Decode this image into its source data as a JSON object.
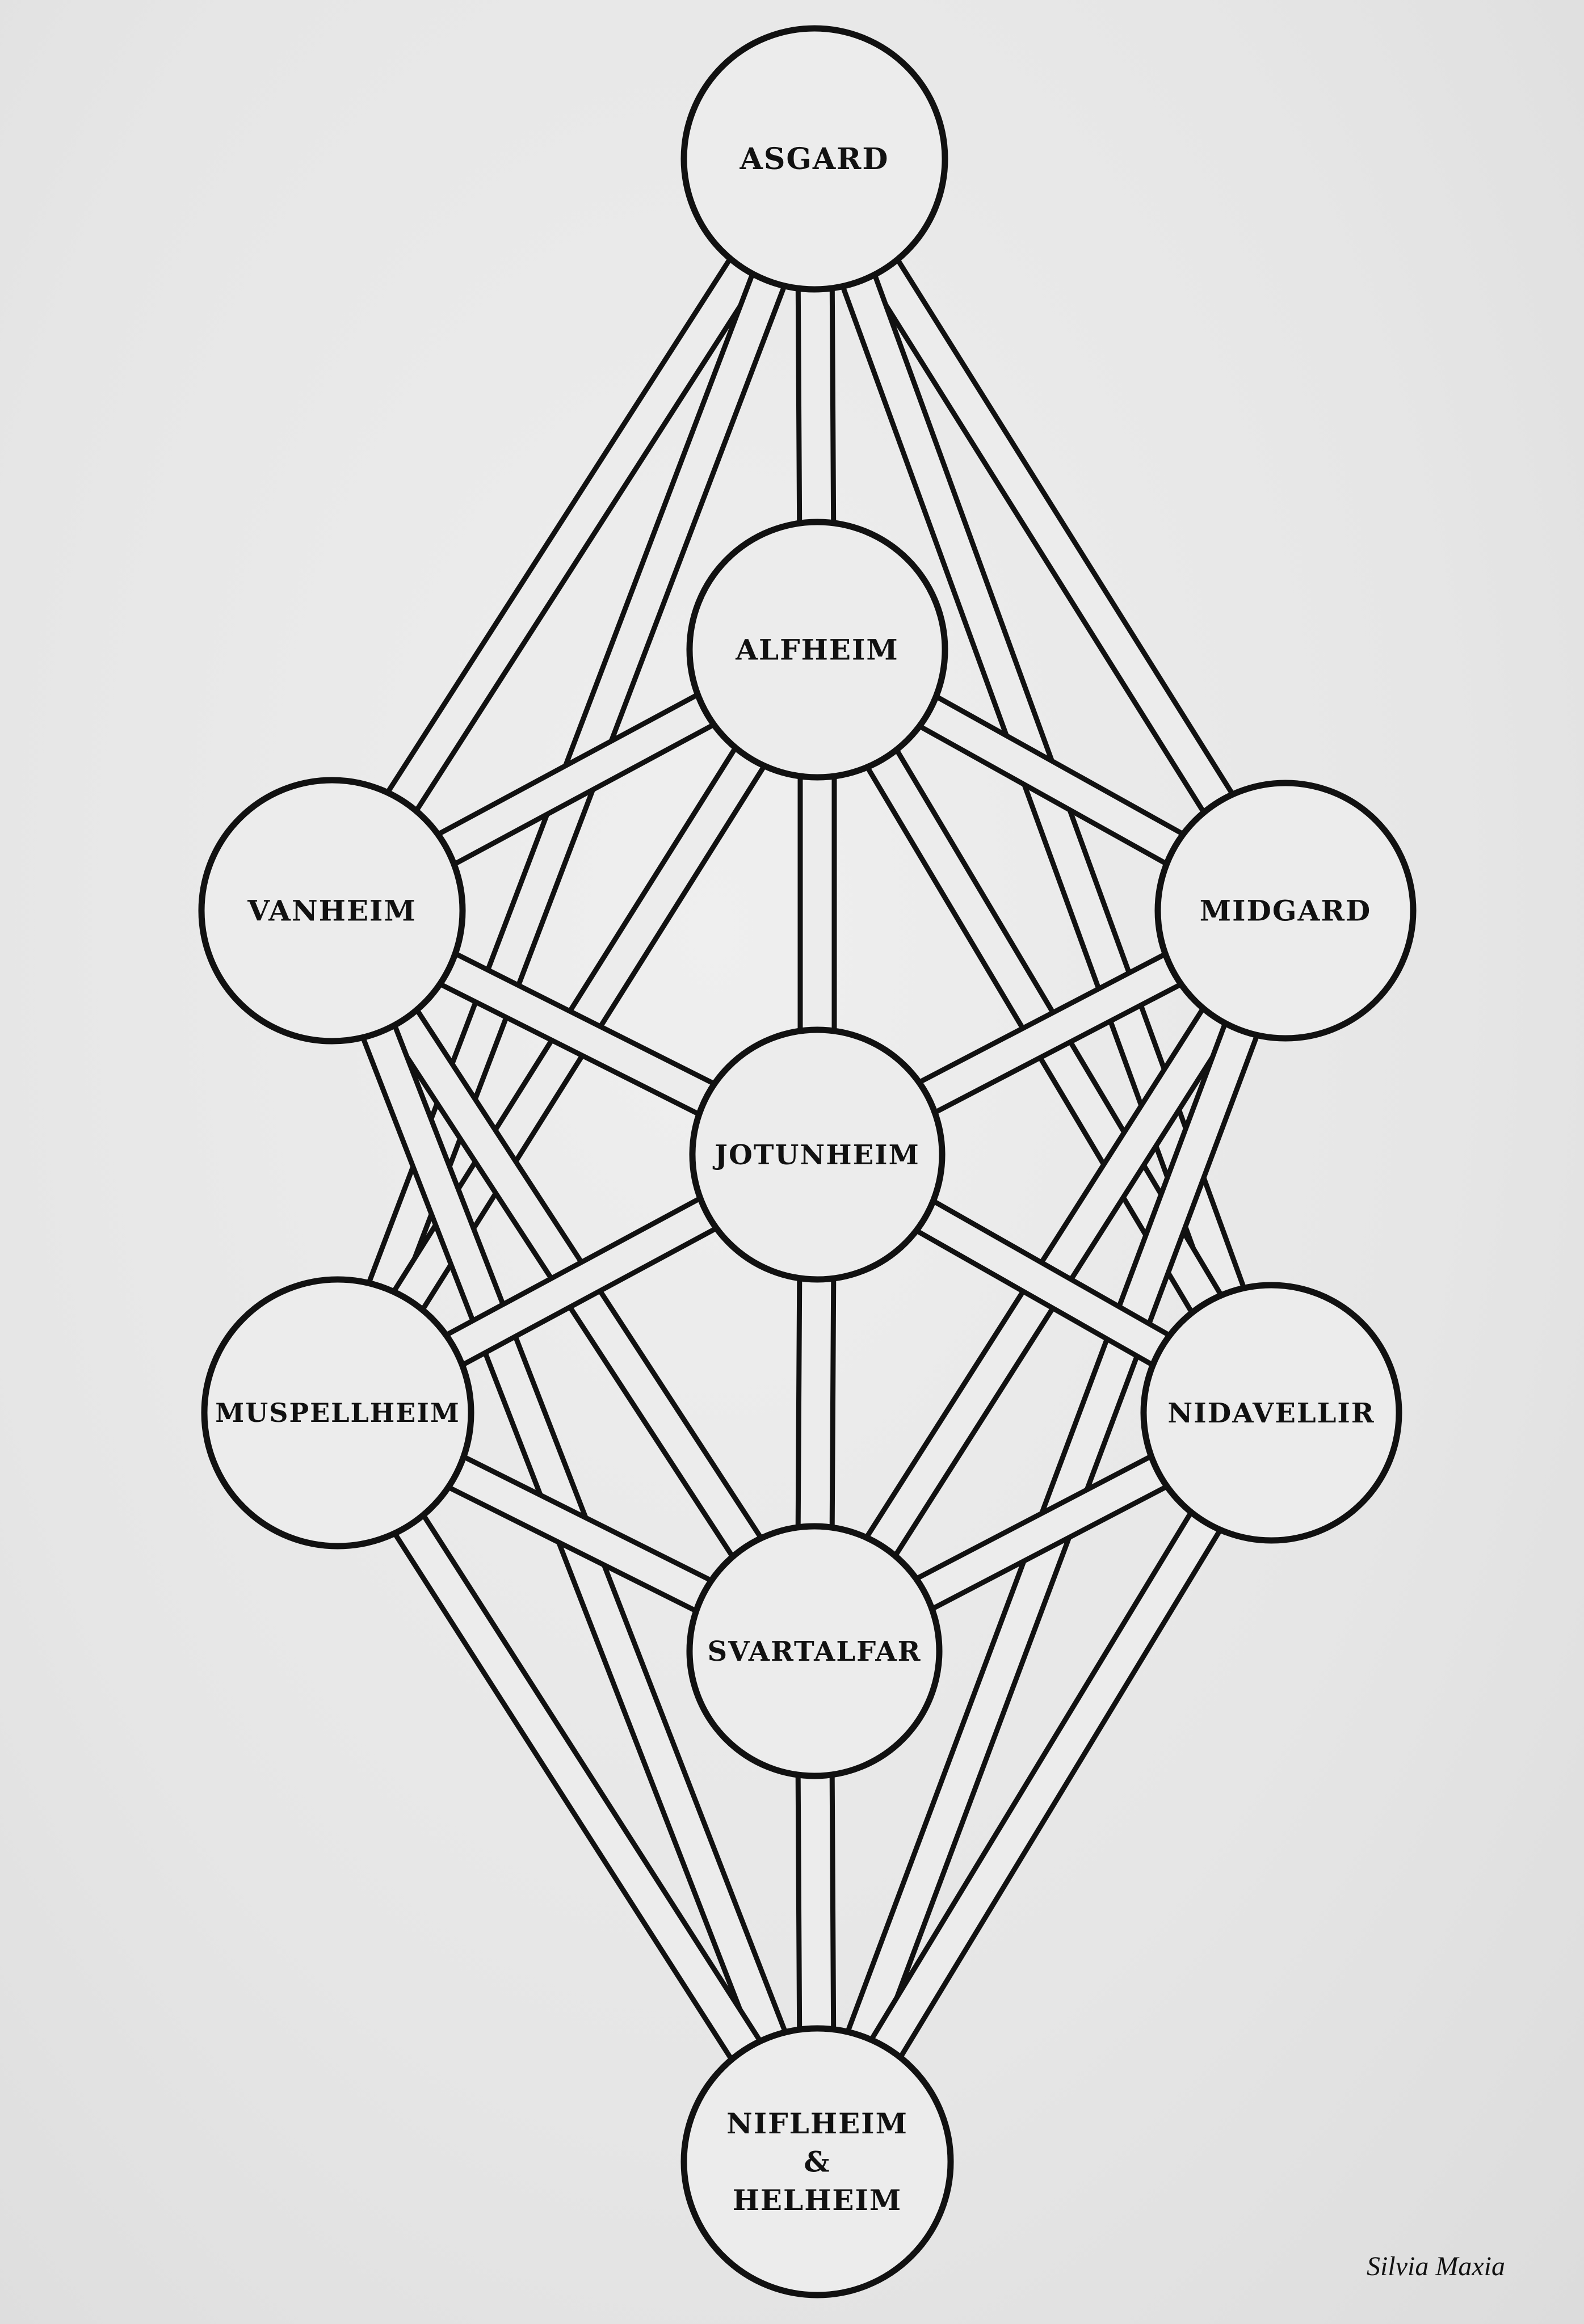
{
  "diagram": {
    "nodes": [
      {
        "id": "asgard",
        "lines": [
          "ASGARD"
        ]
      },
      {
        "id": "alfheim",
        "lines": [
          "ALFHEIM"
        ]
      },
      {
        "id": "vanheim",
        "lines": [
          "VANHEIM"
        ]
      },
      {
        "id": "midgard",
        "lines": [
          "MIDGARD"
        ]
      },
      {
        "id": "jotunheim",
        "lines": [
          "JOTUNHEIM"
        ]
      },
      {
        "id": "muspellheim",
        "lines": [
          "MUSPELLHEIM"
        ]
      },
      {
        "id": "nidavellir",
        "lines": [
          "NIDAVELLIR"
        ]
      },
      {
        "id": "svartalfar",
        "lines": [
          "SVARTALFAR"
        ]
      },
      {
        "id": "niflheim",
        "lines": [
          "NIFLHEIM",
          "&",
          "HELHEIM"
        ]
      }
    ],
    "edges": [
      [
        "asgard",
        "alfheim"
      ],
      [
        "asgard",
        "vanheim"
      ],
      [
        "asgard",
        "midgard"
      ],
      [
        "asgard",
        "muspellheim"
      ],
      [
        "asgard",
        "nidavellir"
      ],
      [
        "alfheim",
        "vanheim"
      ],
      [
        "alfheim",
        "midgard"
      ],
      [
        "alfheim",
        "jotunheim"
      ],
      [
        "alfheim",
        "muspellheim"
      ],
      [
        "alfheim",
        "nidavellir"
      ],
      [
        "vanheim",
        "jotunheim"
      ],
      [
        "vanheim",
        "svartalfar"
      ],
      [
        "vanheim",
        "niflheim"
      ],
      [
        "midgard",
        "jotunheim"
      ],
      [
        "midgard",
        "svartalfar"
      ],
      [
        "midgard",
        "niflheim"
      ],
      [
        "jotunheim",
        "svartalfar"
      ],
      [
        "jotunheim",
        "muspellheim"
      ],
      [
        "jotunheim",
        "nidavellir"
      ],
      [
        "muspellheim",
        "svartalfar"
      ],
      [
        "muspellheim",
        "niflheim"
      ],
      [
        "nidavellir",
        "svartalfar"
      ],
      [
        "nidavellir",
        "niflheim"
      ],
      [
        "svartalfar",
        "niflheim"
      ]
    ]
  },
  "signature": "Silvia Maxia"
}
